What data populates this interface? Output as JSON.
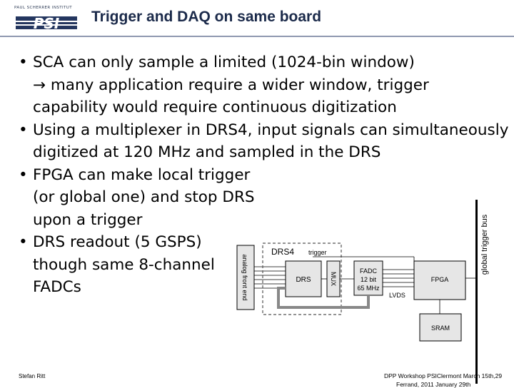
{
  "header": {
    "title": "Trigger and DAQ on same board",
    "logo_tagline": "PAUL SCHERRER INSTITUT",
    "logo_text": "PSI"
  },
  "bullets": [
    {
      "marker": "•",
      "lines": [
        "SCA can only sample a limited (1024-bin window)"
      ]
    },
    {
      "marker": "",
      "arrow": "→",
      "lines": [
        " many application require a wider window, trigger",
        "capability would require continuous digitization"
      ]
    },
    {
      "marker": "•",
      "lines": [
        "Using a multiplexer in DRS4, input signals can simultaneously",
        "digitized at 120 MHz and sampled in the DRS"
      ]
    },
    {
      "marker": "•",
      "lines": [
        "FPGA can make local trigger",
        "(or global one) and stop DRS",
        "upon a trigger"
      ]
    },
    {
      "marker": "•",
      "lines": [
        "DRS readout (5 GSPS)",
        "though same 8-channel",
        "FADCs"
      ]
    }
  ],
  "diagram": {
    "analog_front_end": "analog front end",
    "drs4": "DRS4",
    "trigger": "trigger",
    "drs": "DRS",
    "mux": "MUX",
    "fadc_line1": "FADC",
    "fadc_line2": "12 bit",
    "fadc_line3": "65 MHz",
    "lvds": "LVDS",
    "fpga": "FPGA",
    "sram": "SRAM",
    "global_bus": "global trigger bus"
  },
  "footer": {
    "author": "Stefan Ritt",
    "event": "DPP Workshop PSIClermont March 15th,",
    "page": "29",
    "cut_line": "Ferrand, 2011 January 29th"
  },
  "colors": {
    "title": "#1b2a4a",
    "rule": "#8e98b0",
    "box_fill": "#e6e6e6",
    "dashed": "#555555",
    "path": "#888888"
  }
}
